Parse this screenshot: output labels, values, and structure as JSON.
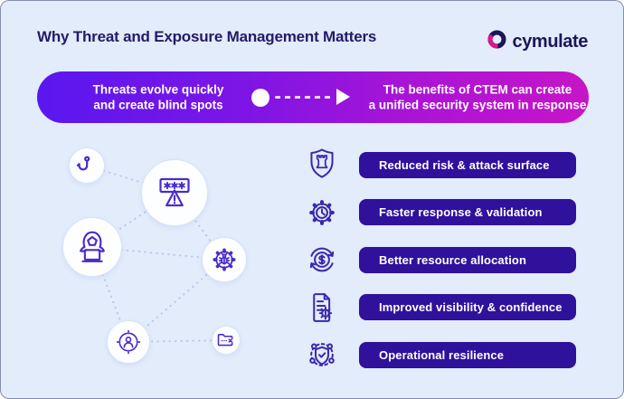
{
  "header": {
    "title": "Why Threat and Exposure Management Matters",
    "logo": {
      "text": "cymulate",
      "icon": "cymulate-o-logo-icon"
    }
  },
  "banner": {
    "left_line1": "Threats evolve quickly",
    "left_line2": "and create blind spots",
    "right_line1": "The benefits of CTEM can create",
    "right_line2": "a unified security system in response",
    "arrow_icon": "dot-dash-arrow-icon",
    "gradient_from": "#5a17f0",
    "gradient_to": "#c615c8"
  },
  "diagram": {
    "nodes": [
      {
        "icon": "phishing-hook-icon"
      },
      {
        "icon": "password-warning-icon"
      },
      {
        "icon": "hacker-laptop-icon"
      },
      {
        "icon": "malware-gear-bug-icon"
      },
      {
        "icon": "targeted-user-icon"
      },
      {
        "icon": "missing-file-folder-icon"
      }
    ]
  },
  "benefits": [
    {
      "icon": "shield-rook-icon",
      "label": "Reduced risk & attack surface"
    },
    {
      "icon": "gear-clock-icon",
      "label": "Faster response & validation"
    },
    {
      "icon": "dollar-cycle-icon",
      "label": "Better resource allocation"
    },
    {
      "icon": "document-bug-icon",
      "label": "Improved visibility & confidence"
    },
    {
      "icon": "shield-check-network-icon",
      "label": "Operational resilience"
    }
  ],
  "colors": {
    "background": "#e2ecfb",
    "title_text": "#241a68",
    "pill_background": "#2f119b",
    "pill_text": "#ffffff",
    "icon_stroke": "#4a2cc9",
    "connector_dots": "#b9c8ed",
    "logo_navy": "#1d1557",
    "logo_magenta": "#e0148c"
  }
}
